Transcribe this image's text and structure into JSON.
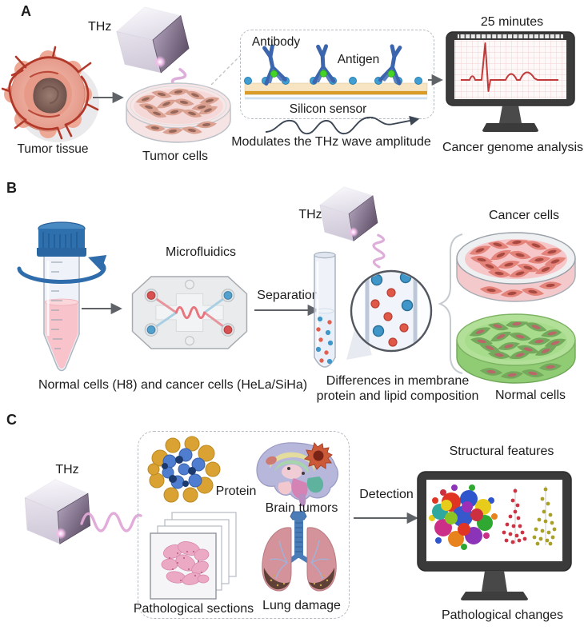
{
  "figure": {
    "type": "scientific-diagram",
    "topic": "Terahertz (THz) biosensing workflows for cancer detection"
  },
  "panel_a": {
    "label": "A",
    "thz_label": "THz",
    "tumor_tissue_label": "Tumor tissue",
    "tumor_cells_label": "Tumor cells",
    "antibody_label": "Antibody",
    "antigen_label": "Antigen",
    "silicon_sensor_label": "Silicon sensor",
    "wave_caption": "Modulates the THz wave amplitude",
    "time_label": "25 minutes",
    "result_caption": "Cancer genome analysis"
  },
  "panel_b": {
    "label": "B",
    "sample_caption": "Normal cells (H8) and cancer cells (HeLa/SiHa)",
    "microfluidics_label": "Microfluidics",
    "separation_label": "Separation",
    "thz_label": "THz",
    "difference_caption_line1": "Differences in membrane",
    "difference_caption_line2": "protein and lipid composition",
    "cancer_cells_label": "Cancer cells",
    "normal_cells_label": "Normal cells"
  },
  "panel_c": {
    "label": "C",
    "thz_label": "THz",
    "protein_label": "Protein",
    "brain_tumors_label": "Brain tumors",
    "pathological_sections_label": "Pathological sections",
    "lung_damage_label": "Lung damage",
    "detection_label": "Detection",
    "structural_features_label": "Structural features",
    "pathological_changes_label": "Pathological changes"
  },
  "colors": {
    "thz_beam_pink": "#dcaad8",
    "antibody_blue": "#3b66ae",
    "antigen_blue": "#3f9ed2",
    "bound_antigen_green": "#44d428",
    "sensor_gold": "#d99c26",
    "ecg_red": "#c23939",
    "cancer_dish_pink": "#f5c3c6",
    "normal_dish_green": "#a6dc8b",
    "tube_cap_blue": "#2e6fad",
    "chip_port_red": "#d85252",
    "chip_port_blue": "#52a0cc",
    "monitor_frame": "#3a3a3a",
    "arrow_gray": "#5f6368"
  }
}
